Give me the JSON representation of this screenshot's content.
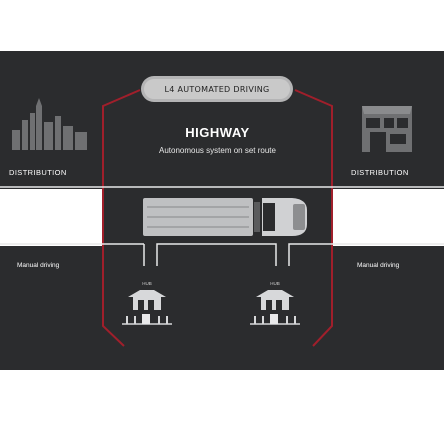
{
  "colors": {
    "background": "#ffffff",
    "panel": "#2b2c2e",
    "accent_red": "#a01f2b",
    "road_line": "#e8e8e8",
    "badge_bg": "#c9c9c9"
  },
  "badge": {
    "label": "L4 AUTOMATED DRIVING"
  },
  "highway": {
    "title": "HIGHWAY",
    "subtitle": "Autonomous system on set route"
  },
  "left": {
    "distribution_label": "DISTRIBUTION",
    "manual_label": "Manual driving",
    "icon": "city-skyline-icon"
  },
  "right": {
    "distribution_label": "DISTRIBUTION",
    "manual_label": "Manual driving",
    "icon": "store-building-icon"
  },
  "hubs": [
    {
      "label": "HUB",
      "icon": "warehouse-icon"
    },
    {
      "label": "HUB",
      "icon": "warehouse-icon"
    }
  ],
  "truck": {
    "icon": "semi-truck-icon"
  }
}
